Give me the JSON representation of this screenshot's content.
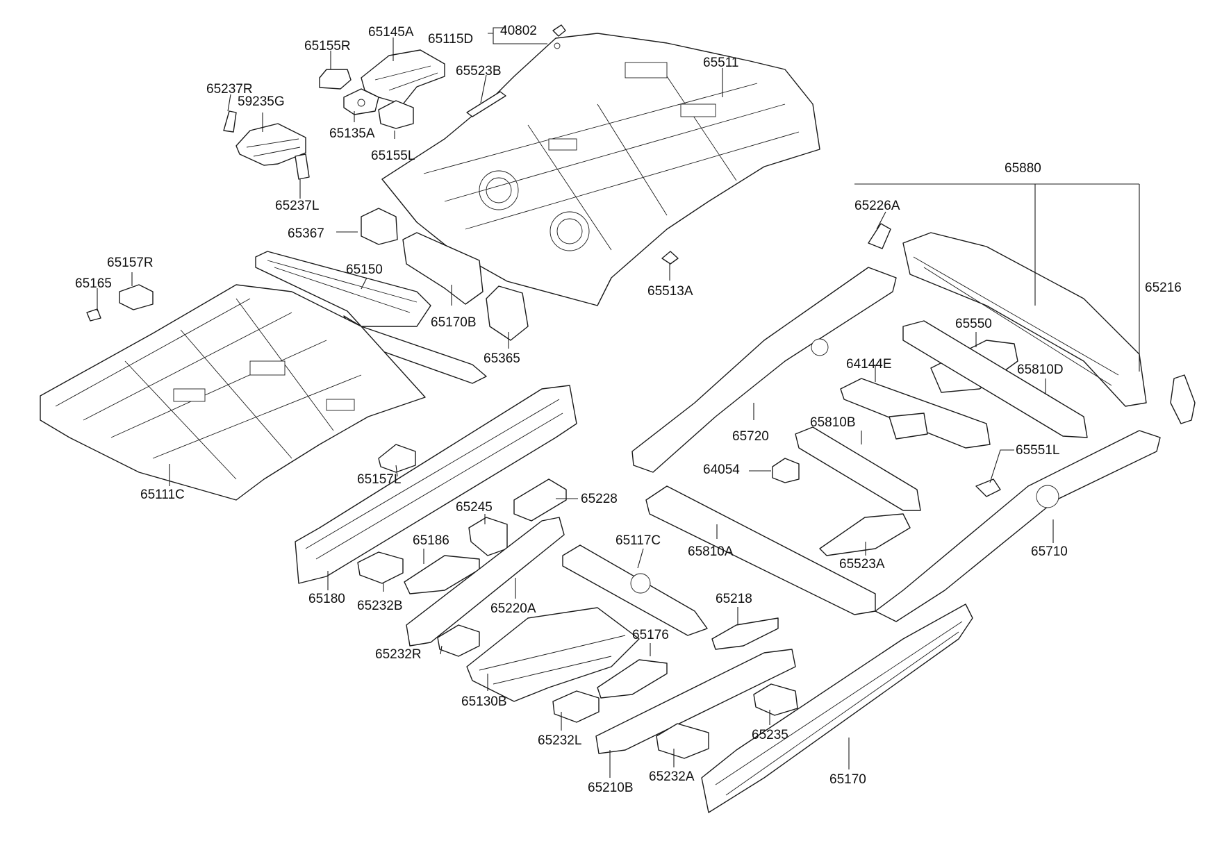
{
  "labels": {
    "p65145A": "65145A",
    "p65115D": "65115D",
    "p40802": "40802",
    "p65155R": "65155R",
    "p65523B": "65523B",
    "p65511": "65511",
    "p65237R": "65237R",
    "p59235G": "59235G",
    "p65135A": "65135A",
    "p65155L": "65155L",
    "p65237L": "65237L",
    "p65880": "65880",
    "p65226A": "65226A",
    "p65367": "65367",
    "p65157R": "65157R",
    "p65150": "65150",
    "p65165": "65165",
    "p65513A": "65513A",
    "p65216": "65216",
    "p65170B": "65170B",
    "p65550": "65550",
    "p65365": "65365",
    "p64144E": "64144E",
    "p65810D": "65810D",
    "p65720": "65720",
    "p65810B": "65810B",
    "p65551L": "65551L",
    "p64054": "64054",
    "p65157L": "65157L",
    "p65111C": "65111C",
    "p65228": "65228",
    "p65245": "65245",
    "p65186": "65186",
    "p65117C": "65117C",
    "p65710": "65710",
    "p65810A": "65810A",
    "p65523A": "65523A",
    "p65180": "65180",
    "p65232B": "65232B",
    "p65220A": "65220A",
    "p65218": "65218",
    "p65176": "65176",
    "p65232R": "65232R",
    "p65130B": "65130B",
    "p65235": "65235",
    "p65232L": "65232L",
    "p65170": "65170",
    "p65210B": "65210B",
    "p65232A": "65232A"
  }
}
